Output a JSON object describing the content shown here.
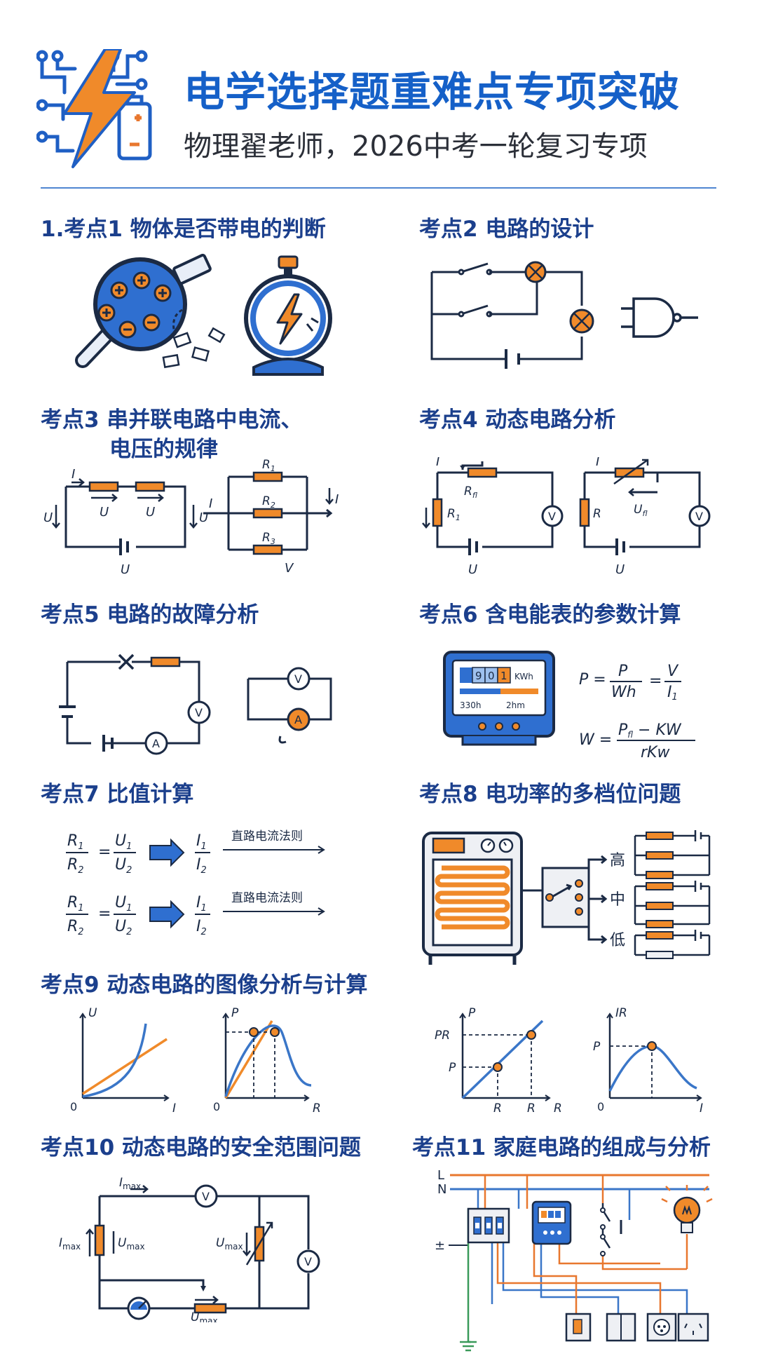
{
  "header": {
    "title": "电学选择题重难点专项突破",
    "subtitle": "物理翟老师，2026中考一轮复习专项"
  },
  "colors": {
    "blue": "#1f5fc4",
    "orange": "#e8772e",
    "navy": "#1b3f8c"
  },
  "sections": [
    {
      "label": "1.考点1 物体是否带电的判断"
    },
    {
      "label": "考点2 电路的设计"
    },
    {
      "label": "考点3 串并联电路中电流、",
      "label2": "电压的规律"
    },
    {
      "label": "考点4 动态电路分析"
    },
    {
      "label": "考点5 电路的故障分析"
    },
    {
      "label": "考点6 含电能表的参数计算"
    },
    {
      "label": "考点7 比值计算"
    },
    {
      "label": "考点8 电功率的多档位问题"
    },
    {
      "label": "考点9 动态电路的图像分析与计算"
    },
    {
      "label": "考点10 动态电路的安全范围问题"
    },
    {
      "label": "考点11 家庭电路的组成与分析"
    }
  ],
  "labels": {
    "I": "I",
    "U": "U",
    "V": "V",
    "A": "A",
    "P": "P",
    "R": "R",
    "O": "0",
    "R1": "R",
    "R2": "R",
    "R3": "R",
    "sub1": "1",
    "sub2": "2",
    "sub3": "3",
    "Rp": "R",
    "subp": "fl",
    "Up": "U",
    "meter_digits": [
      "9",
      "0",
      "1"
    ],
    "meter_unit": "KWh",
    "meter_left": "330h",
    "meter_right": "2hm",
    "eq1_lhs": "P =",
    "eq1_num1": "P",
    "eq1_den1": "Wh",
    "eq1_eq": "=",
    "eq1_num2": "V",
    "eq1_den2": "I",
    "eq2_lhs": "W =",
    "eq2_num": "P",
    "eq2_num_sub": "fl",
    "eq2_num_rest": " − KW",
    "eq2_den": "rKw",
    "rule": "直路电流法则",
    "levels": [
      "高",
      "中",
      "低"
    ],
    "PR": "PR",
    "IR": "IR",
    "max": "max",
    "L": "L",
    "N": "N",
    "ground": "±"
  }
}
